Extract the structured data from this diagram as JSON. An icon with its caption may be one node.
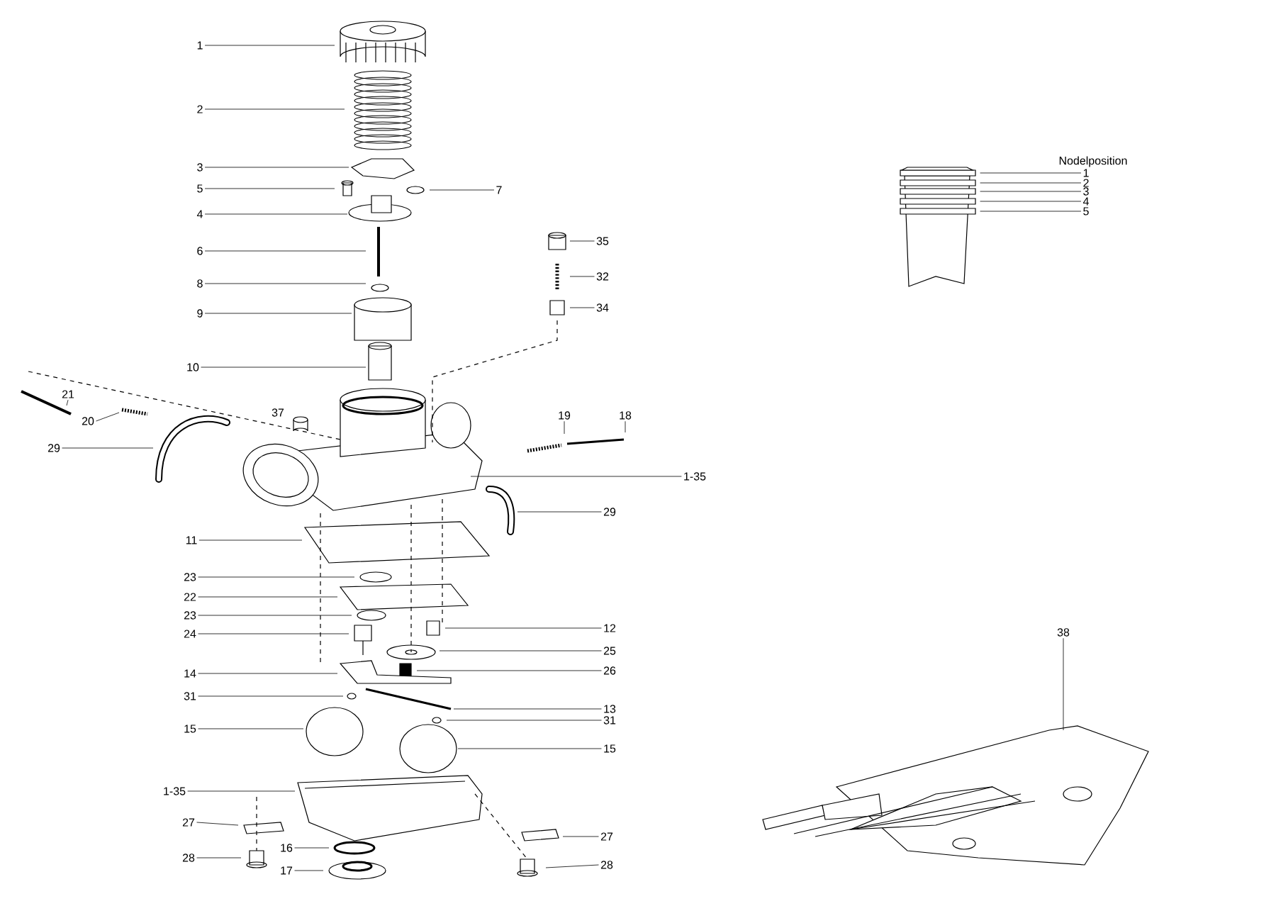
{
  "diagram": {
    "nodes": [
      {
        "text": [
          "1"
        ]
      },
      {
        "text": [
          "2"
        ]
      },
      {
        "text": [
          "3"
        ]
      },
      {
        "text": [
          "5"
        ]
      },
      {
        "text": [
          "4"
        ]
      },
      {
        "text": [
          "7"
        ]
      },
      {
        "text": [
          "6"
        ]
      },
      {
        "text": [
          "8"
        ]
      },
      {
        "text": [
          "9"
        ]
      },
      {
        "text": [
          "10"
        ]
      },
      {
        "text": [
          "35"
        ]
      },
      {
        "text": [
          "32"
        ]
      },
      {
        "text": [
          "34"
        ]
      },
      {
        "text": [
          "21"
        ]
      },
      {
        "text": [
          "20"
        ]
      },
      {
        "text": [
          "29"
        ]
      },
      {
        "text": [
          "19"
        ]
      },
      {
        "text": [
          "18"
        ]
      },
      {
        "text": [
          "1-35"
        ]
      },
      {
        "text": [
          "29"
        ]
      },
      {
        "text": [
          "11"
        ]
      },
      {
        "text": [
          "23"
        ]
      },
      {
        "text": [
          "22"
        ]
      },
      {
        "text": [
          "23"
        ]
      },
      {
        "text": [
          "24"
        ]
      },
      {
        "text": [
          "12"
        ]
      },
      {
        "text": [
          "25"
        ]
      },
      {
        "text": [
          "26"
        ]
      },
      {
        "text": [
          "14"
        ]
      },
      {
        "text": [
          "31"
        ]
      },
      {
        "text": [
          "13"
        ]
      },
      {
        "text": [
          "31"
        ]
      },
      {
        "text": [
          "15"
        ]
      },
      {
        "text": [
          "15"
        ]
      },
      {
        "text": [
          "1-35"
        ]
      },
      {
        "text": [
          "27"
        ]
      },
      {
        "text": [
          "27"
        ]
      },
      {
        "text": [
          "16"
        ]
      },
      {
        "text": [
          "28"
        ]
      },
      {
        "text": [
          "17"
        ]
      },
      {
        "text": [
          "28"
        ]
      },
      {
        "text": [
          "38"
        ]
      },
      {
        "text": [
          "1"
        ]
      },
      {
        "text": [
          "2"
        ]
      },
      {
        "text": [
          "3"
        ]
      },
      {
        "text": [
          "4"
        ]
      },
      {
        "text": [
          "5"
        ]
      },
      {
        "text": [],
        "shape": "picture"
      }
    ],
    "edges": [
      {
        "from": 0,
        "to": null,
        "arrow": "none"
      },
      {
        "from": 1,
        "to": null,
        "arrow": "none"
      },
      {
        "from": 2,
        "to": null,
        "arrow": "none"
      },
      {
        "from": 3,
        "to": null,
        "arrow": "none"
      },
      {
        "from": 4,
        "to": null,
        "arrow": "none"
      },
      {
        "from": 5,
        "to": null,
        "arrow": "none"
      },
      {
        "from": 6,
        "to": null,
        "arrow": "none"
      },
      {
        "from": 7,
        "to": null,
        "arrow": "none"
      },
      {
        "from": 8,
        "to": null,
        "arrow": "none"
      },
      {
        "from": 9,
        "to": null,
        "arrow": "none"
      },
      {
        "from": 10,
        "to": null,
        "arrow": "none"
      },
      {
        "from": 11,
        "to": null,
        "arrow": "none"
      },
      {
        "from": 12,
        "to": null,
        "arrow": "none"
      },
      {
        "from": 13,
        "to": null,
        "arrow": "none"
      },
      {
        "from": 14,
        "to": null,
        "arrow": "none"
      },
      {
        "from": 15,
        "to": null,
        "arrow": "none"
      },
      {
        "from": 16,
        "to": null,
        "arrow": "none"
      },
      {
        "from": 17,
        "to": null,
        "arrow": "none"
      },
      {
        "from": 18,
        "to": null,
        "arrow": "none"
      },
      {
        "from": 19,
        "to": null,
        "arrow": "none"
      },
      {
        "from": 20,
        "to": null,
        "arrow": "none"
      },
      {
        "from": 21,
        "to": null,
        "arrow": "none"
      },
      {
        "from": 22,
        "to": null,
        "arrow": "none"
      },
      {
        "from": 23,
        "to": null,
        "arrow": "none"
      },
      {
        "from": 24,
        "to": null,
        "arrow": "none"
      },
      {
        "from": 25,
        "to": null,
        "arrow": "none"
      },
      {
        "from": 26,
        "to": null,
        "arrow": "none"
      },
      {
        "from": 27,
        "to": null,
        "arrow": "none"
      },
      {
        "from": 28,
        "to": null,
        "arrow": "none"
      },
      {
        "from": 29,
        "to": null,
        "arrow": "none"
      },
      {
        "from": 30,
        "to": null,
        "arrow": "none"
      },
      {
        "from": 31,
        "to": null,
        "arrow": "none"
      },
      {
        "from": 32,
        "to": null,
        "arrow": "none"
      },
      {
        "from": 33,
        "to": null,
        "arrow": "none"
      },
      {
        "from": 34,
        "to": null,
        "arrow": "none"
      },
      {
        "from": 35,
        "to": null,
        "arrow": "none"
      },
      {
        "from": 36,
        "to": null,
        "arrow": "none"
      },
      {
        "from": 37,
        "to": null,
        "arrow": "none"
      },
      {
        "from": 38,
        "to": null,
        "arrow": "none"
      },
      {
        "from": 39,
        "to": null,
        "arrow": "none"
      },
      {
        "from": 40,
        "to": null,
        "arrow": "none"
      },
      {
        "from": 41,
        "to": null,
        "arrow": "none"
      },
      {
        "from": 42,
        "to": 47,
        "arrow": "none"
      },
      {
        "from": 43,
        "to": 47,
        "arrow": "none"
      },
      {
        "from": 44,
        "to": 47,
        "arrow": "none"
      },
      {
        "from": 45,
        "to": 47,
        "arrow": "none"
      },
      {
        "from": 46,
        "to": 47,
        "arrow": "none"
      }
    ],
    "labels": [
      "Nodelposition",
      "37"
    ]
  }
}
